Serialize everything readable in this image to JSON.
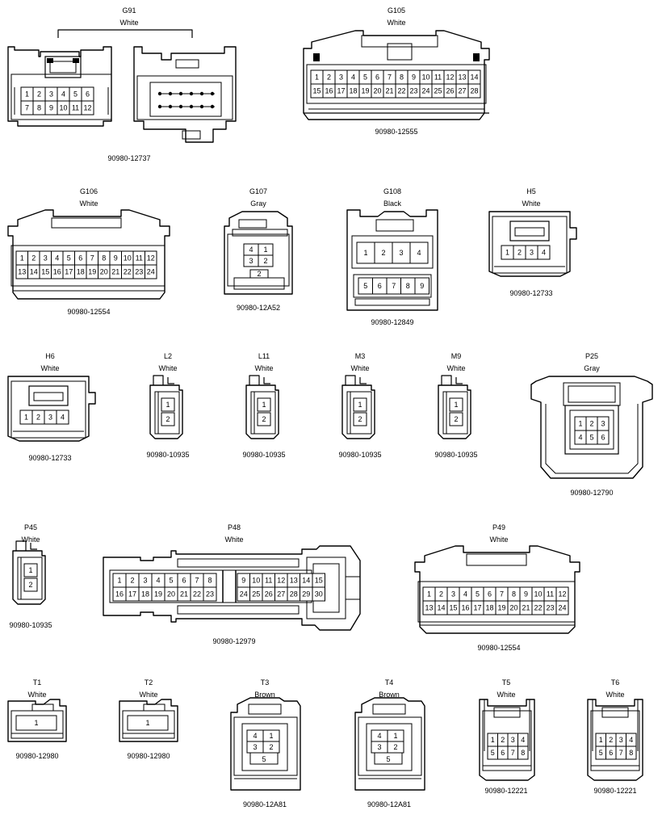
{
  "connectors": [
    {
      "code": "G91",
      "color": "White",
      "part": "90980-12737",
      "pins": [
        "1",
        "2",
        "3",
        "4",
        "5",
        "6",
        "7",
        "8",
        "9",
        "10",
        "11",
        "12"
      ]
    },
    {
      "code": "G105",
      "color": "White",
      "part": "90980-12555",
      "pins": [
        "1",
        "2",
        "3",
        "4",
        "5",
        "6",
        "7",
        "8",
        "9",
        "10",
        "11",
        "12",
        "13",
        "14",
        "15",
        "16",
        "17",
        "18",
        "19",
        "20",
        "21",
        "22",
        "23",
        "24",
        "25",
        "26",
        "27",
        "28"
      ]
    },
    {
      "code": "G106",
      "color": "White",
      "part": "90980-12554",
      "pins": [
        "1",
        "2",
        "3",
        "4",
        "5",
        "6",
        "7",
        "8",
        "9",
        "10",
        "11",
        "12",
        "13",
        "14",
        "15",
        "16",
        "17",
        "18",
        "19",
        "20",
        "21",
        "22",
        "23",
        "24"
      ]
    },
    {
      "code": "G107",
      "color": "Gray",
      "part": "90980-12A52",
      "pins": [
        "4",
        "1",
        "3",
        "2",
        "2"
      ]
    },
    {
      "code": "G108",
      "color": "Black",
      "part": "90980-12849",
      "pins": [
        "1",
        "2",
        "3",
        "4",
        "5",
        "6",
        "7",
        "8",
        "9"
      ]
    },
    {
      "code": "H5",
      "color": "White",
      "part": "90980-12733",
      "pins": [
        "1",
        "2",
        "3",
        "4"
      ]
    },
    {
      "code": "H6",
      "color": "White",
      "part": "90980-12733",
      "pins": [
        "1",
        "2",
        "3",
        "4"
      ]
    },
    {
      "code": "L2",
      "color": "White",
      "part": "90980-10935",
      "pins": [
        "1",
        "2"
      ]
    },
    {
      "code": "L11",
      "color": "White",
      "part": "90980-10935",
      "pins": [
        "1",
        "2"
      ]
    },
    {
      "code": "M3",
      "color": "White",
      "part": "90980-10935",
      "pins": [
        "1",
        "2"
      ]
    },
    {
      "code": "M9",
      "color": "White",
      "part": "90980-10935",
      "pins": [
        "1",
        "2"
      ]
    },
    {
      "code": "P25",
      "color": "Gray",
      "part": "90980-12790",
      "pins": [
        "1",
        "2",
        "3",
        "4",
        "5",
        "6"
      ]
    },
    {
      "code": "P45",
      "color": "White",
      "part": "90980-10935",
      "pins": [
        "1",
        "2"
      ]
    },
    {
      "code": "P48",
      "color": "White",
      "part": "90980-12979",
      "pins": [
        "1",
        "2",
        "3",
        "4",
        "5",
        "6",
        "7",
        "8",
        "9",
        "10",
        "11",
        "12",
        "13",
        "14",
        "15",
        "16",
        "17",
        "18",
        "19",
        "20",
        "21",
        "22",
        "23",
        "24",
        "25",
        "26",
        "27",
        "28",
        "29",
        "30"
      ]
    },
    {
      "code": "P49",
      "color": "White",
      "part": "90980-12554",
      "pins": [
        "1",
        "2",
        "3",
        "4",
        "5",
        "6",
        "7",
        "8",
        "9",
        "10",
        "11",
        "12",
        "13",
        "14",
        "15",
        "16",
        "17",
        "18",
        "19",
        "20",
        "21",
        "22",
        "23",
        "24"
      ]
    },
    {
      "code": "T1",
      "color": "White",
      "part": "90980-12980",
      "pins": [
        "1"
      ]
    },
    {
      "code": "T2",
      "color": "White",
      "part": "90980-12980",
      "pins": [
        "1"
      ]
    },
    {
      "code": "T3",
      "color": "Brown",
      "part": "90980-12A81",
      "pins": [
        "4",
        "1",
        "3",
        "2",
        "5"
      ]
    },
    {
      "code": "T4",
      "color": "Brown",
      "part": "90980-12A81",
      "pins": [
        "4",
        "1",
        "3",
        "2",
        "5"
      ]
    },
    {
      "code": "T5",
      "color": "White",
      "part": "90980-12221",
      "pins": [
        "1",
        "2",
        "3",
        "4",
        "5",
        "6",
        "7",
        "8"
      ]
    },
    {
      "code": "T6",
      "color": "White",
      "part": "90980-12221",
      "pins": [
        "1",
        "2",
        "3",
        "4",
        "5",
        "6",
        "7",
        "8"
      ]
    }
  ]
}
